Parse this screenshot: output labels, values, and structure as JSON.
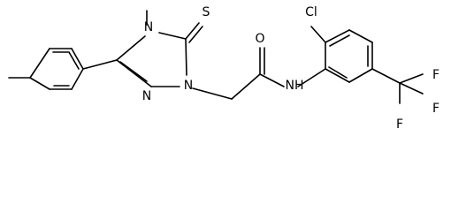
{
  "molecule": {
    "atoms": {
      "cl": "Cl",
      "s": "S",
      "o": "O",
      "nh": "NH",
      "n_ring_left": "N",
      "n_ring_bottom": "N",
      "n_ring_right": "N",
      "f1": "F",
      "f2": "F",
      "f3": "F"
    }
  }
}
